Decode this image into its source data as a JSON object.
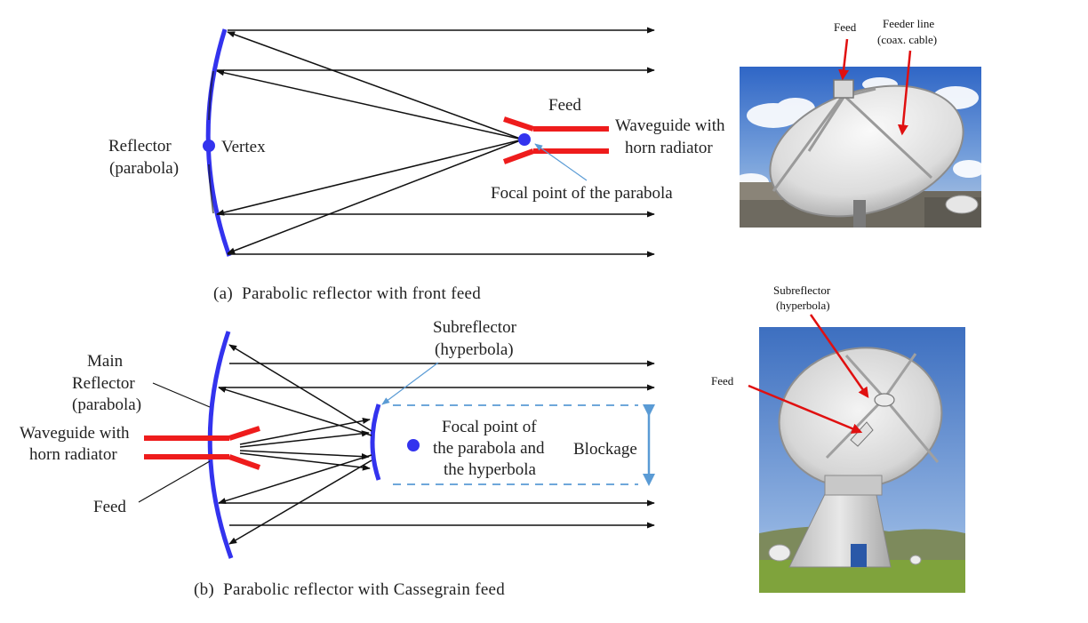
{
  "diagram_a": {
    "caption": "(a)  Parabolic reflector with front feed",
    "reflector_label": [
      "Reflector",
      "(parabola)"
    ],
    "vertex_label": "Vertex",
    "feed_label": "Feed",
    "waveguide_label": [
      "Waveguide with",
      "horn radiator"
    ],
    "focal_label": "Focal point of the parabola"
  },
  "diagram_b": {
    "caption": "(b)  Parabolic reflector with Cassegrain feed",
    "main_reflector_label": [
      "Main",
      "Reflector",
      "(parabola)"
    ],
    "waveguide_label": [
      "Waveguide with",
      "horn radiator"
    ],
    "feed_label": "Feed",
    "subreflector_label": [
      "Subreflector",
      "(hyperbola)"
    ],
    "focal_label": [
      "Focal point of",
      "the parabola and",
      "the hyperbola"
    ],
    "blockage_label": "Blockage"
  },
  "photo_a": {
    "feed_label": "Feed",
    "feeder_label": [
      "Feeder line",
      "(coax. cable)"
    ]
  },
  "photo_b": {
    "subreflector_label": [
      "Subreflector",
      "(hyperbola)"
    ],
    "feed_label": "Feed"
  },
  "colors": {
    "reflector": "#3333ee",
    "feed": "#ee1c1c",
    "annotation": "#5a9bd5",
    "arrow": "#111111",
    "callout": "#e01010"
  }
}
